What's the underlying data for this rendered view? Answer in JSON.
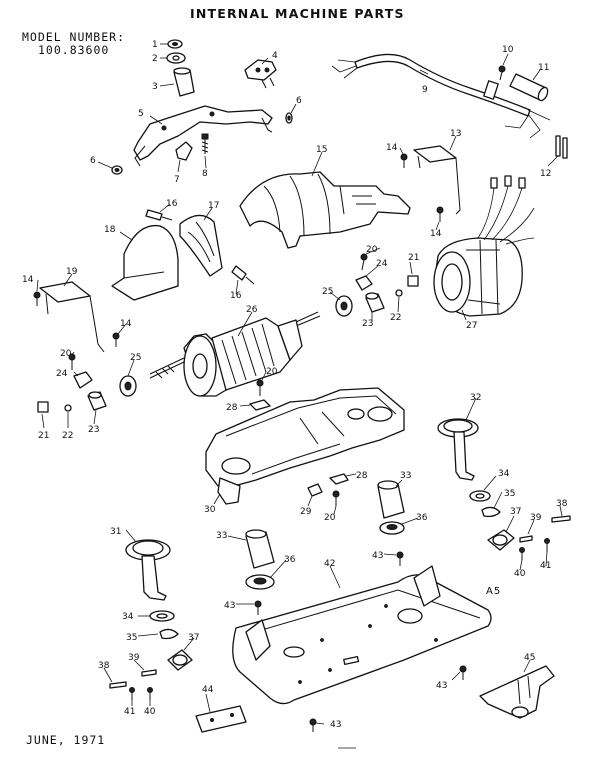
{
  "title": "INTERNAL MACHINE PARTS",
  "model_label": "MODEL NUMBER:",
  "model_number": "100.83600",
  "date": "JUNE, 1971",
  "stamp": "A5",
  "callouts": {
    "c1": "1",
    "c2": "2",
    "c3": "3",
    "c4": "4",
    "c5": "5",
    "c6a": "6",
    "c6b": "6",
    "c7": "7",
    "c8": "8",
    "c9": "9",
    "c10": "10",
    "c11": "11",
    "c12": "12",
    "c13": "13",
    "c14a": "14",
    "c14b": "14",
    "c14c": "14",
    "c14d": "14",
    "c15": "15",
    "c16a": "16",
    "c16b": "16",
    "c17": "17",
    "c18": "18",
    "c19": "19",
    "c20a": "20",
    "c20b": "20",
    "c20c": "20",
    "c20d": "20",
    "c21a": "21",
    "c21b": "21",
    "c22a": "22",
    "c22b": "22",
    "c23a": "23",
    "c23b": "23",
    "c24a": "24",
    "c24b": "24",
    "c25a": "25",
    "c25b": "25",
    "c26": "26",
    "c27": "27",
    "c28a": "28",
    "c28b": "28",
    "c29": "29",
    "c30": "30",
    "c31": "31",
    "c32": "32",
    "c33a": "33",
    "c33b": "33",
    "c34a": "34",
    "c34b": "34",
    "c35a": "35",
    "c35b": "35",
    "c36a": "36",
    "c36b": "36",
    "c37a": "37",
    "c37b": "37",
    "c38a": "38",
    "c38b": "38",
    "c39a": "39",
    "c39b": "39",
    "c40a": "40",
    "c40b": "40",
    "c41a": "41",
    "c41b": "41",
    "c42": "42",
    "c43a": "43",
    "c43b": "43",
    "c43c": "43",
    "c43d": "43",
    "c44": "44",
    "c45": "45"
  }
}
